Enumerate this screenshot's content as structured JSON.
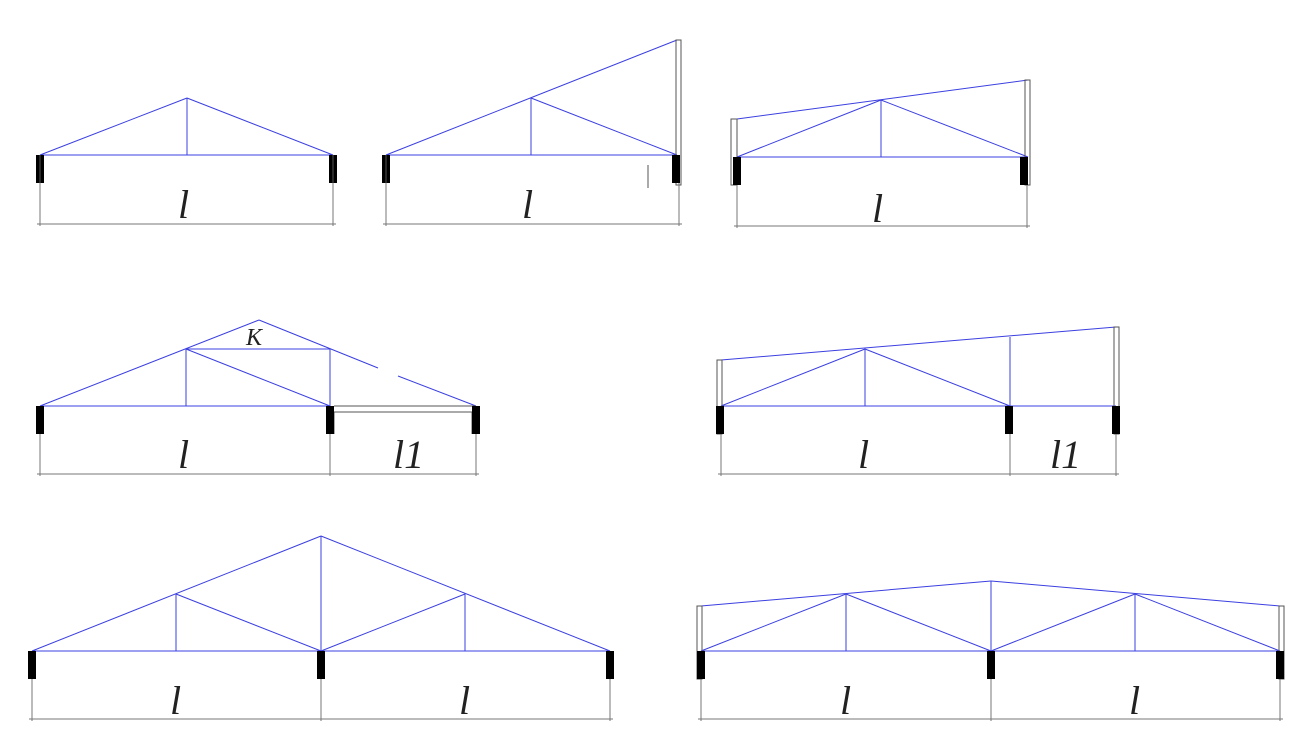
{
  "colors": {
    "truss": "#3b3fe0",
    "structure": "#555555",
    "text": "#222222"
  },
  "labels": {
    "span": "l",
    "span_extra": "l1",
    "node": "K"
  }
}
